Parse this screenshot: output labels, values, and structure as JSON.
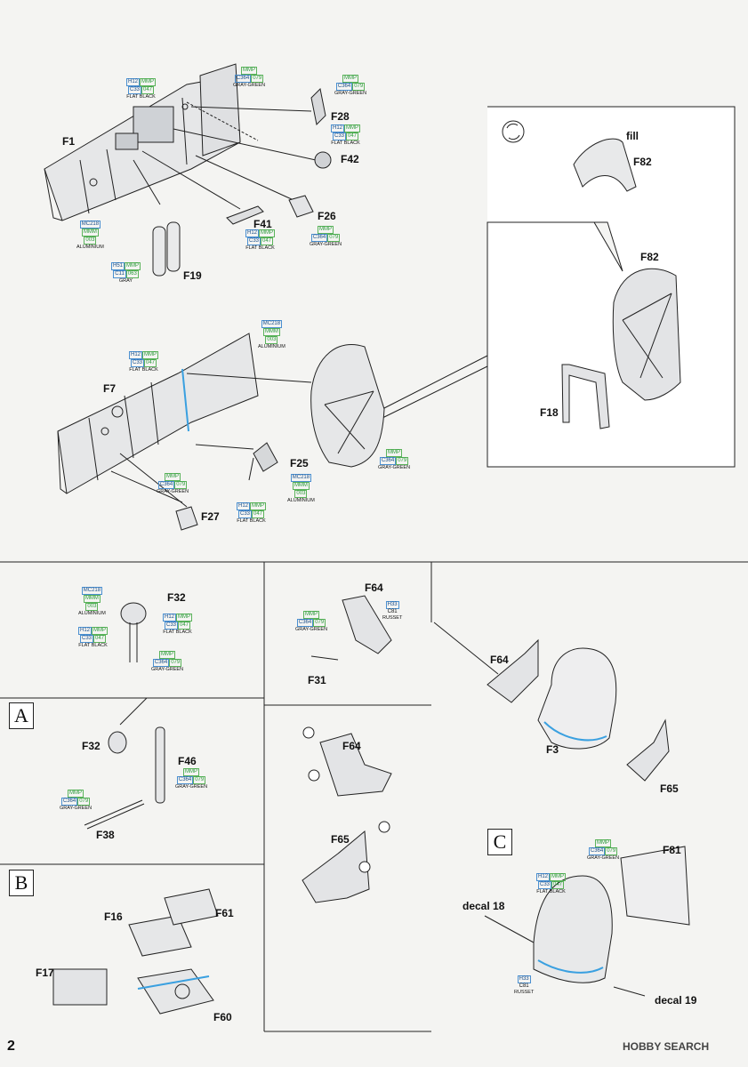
{
  "page_number": "2",
  "watermark": "HOBBY SEARCH",
  "section_letters": {
    "a": "A",
    "b": "B",
    "c": "C"
  },
  "parts": {
    "F1": "F1",
    "F28": "F28",
    "F42": "F42",
    "F41": "F41",
    "F26": "F26",
    "F19": "F19",
    "F82_top": "F82",
    "fill": "fill",
    "F82": "F82",
    "F18": "F18",
    "F7": "F7",
    "F25": "F25",
    "F27": "F27",
    "F32": "F32",
    "F64_a": "F64",
    "F31": "F31",
    "F64_b": "F64",
    "F3": "F3",
    "F65_a": "F65",
    "F32_b": "F32",
    "F46": "F46",
    "F38": "F38",
    "F64_c": "F64",
    "F65_b": "F65",
    "F61": "F61",
    "F16": "F16",
    "F17": "F17",
    "F60": "F60",
    "F81": "F81",
    "decal18": "decal 18",
    "decal19": "decal 19"
  },
  "paints": [
    {
      "id": "p1",
      "codes": [
        "H12",
        "MMP",
        "C33",
        "047"
      ],
      "name": "FLAT BLACK"
    },
    {
      "id": "p2",
      "codes": [
        "MMP",
        "C364",
        "079"
      ],
      "name": "GRAY-GREEN"
    },
    {
      "id": "p3",
      "codes": [
        "MMP",
        "C364",
        "079"
      ],
      "name": "GRAY-GREEN"
    },
    {
      "id": "p4",
      "codes": [
        "H12",
        "MMP",
        "C33",
        "047"
      ],
      "name": "FLAT BLACK"
    },
    {
      "id": "p5",
      "codes": [
        "MC218",
        "MMM",
        "003"
      ],
      "name": "ALUMINIUM"
    },
    {
      "id": "p6",
      "codes": [
        "H12",
        "MMP",
        "C33",
        "047"
      ],
      "name": "FLAT BLACK"
    },
    {
      "id": "p7",
      "codes": [
        "MMP",
        "C364",
        "079"
      ],
      "name": "GRAY-GREEN"
    },
    {
      "id": "p8",
      "codes": [
        "H51",
        "MMP",
        "C11",
        "063"
      ],
      "name": "GRAY"
    },
    {
      "id": "p9",
      "codes": [
        "MC218",
        "MMM",
        "003"
      ],
      "name": "ALUMINIUM"
    },
    {
      "id": "p10",
      "codes": [
        "H12",
        "MMP",
        "C33",
        "047"
      ],
      "name": "FLAT BLACK"
    },
    {
      "id": "p11",
      "codes": [
        "MMP",
        "C364",
        "079"
      ],
      "name": "GRAY-GREEN"
    },
    {
      "id": "p12",
      "codes": [
        "MMP",
        "C364",
        "079"
      ],
      "name": "GRAY-GREEN"
    },
    {
      "id": "p13",
      "codes": [
        "MC218",
        "MMM",
        "003"
      ],
      "name": "ALUMINIUM"
    },
    {
      "id": "p14",
      "codes": [
        "H12",
        "MMP",
        "C33",
        "047"
      ],
      "name": "FLAT BLACK"
    },
    {
      "id": "p15",
      "codes": [
        "MC218",
        "MMM",
        "003"
      ],
      "name": "ALUMINIUM"
    },
    {
      "id": "p16",
      "codes": [
        "H12",
        "MMP",
        "C33",
        "047"
      ],
      "name": "FLAT BLACK"
    },
    {
      "id": "p17",
      "codes": [
        "H12",
        "MMP",
        "C33",
        "047"
      ],
      "name": "FLAT BLACK"
    },
    {
      "id": "p18",
      "codes": [
        "MMP",
        "C364",
        "079"
      ],
      "name": "GRAY-GREEN"
    },
    {
      "id": "p19",
      "codes": [
        "MMP",
        "C364",
        "079"
      ],
      "name": "GRAY-GREEN"
    },
    {
      "id": "p20",
      "codes": [
        "H33",
        "C81"
      ],
      "name": "RUSSET"
    },
    {
      "id": "p21",
      "codes": [
        "MMP",
        "C364",
        "079"
      ],
      "name": "GRAY-GREEN"
    },
    {
      "id": "p22",
      "codes": [
        "MMP",
        "C364",
        "079"
      ],
      "name": "GRAY-GREEN"
    },
    {
      "id": "p23",
      "codes": [
        "MMP",
        "C364",
        "079"
      ],
      "name": "GRAY-GREEN"
    },
    {
      "id": "p24",
      "codes": [
        "H12",
        "MMP",
        "C33",
        "047"
      ],
      "name": "FLAT BLACK"
    },
    {
      "id": "p25",
      "codes": [
        "H33",
        "C81"
      ],
      "name": "RUSSET"
    }
  ]
}
